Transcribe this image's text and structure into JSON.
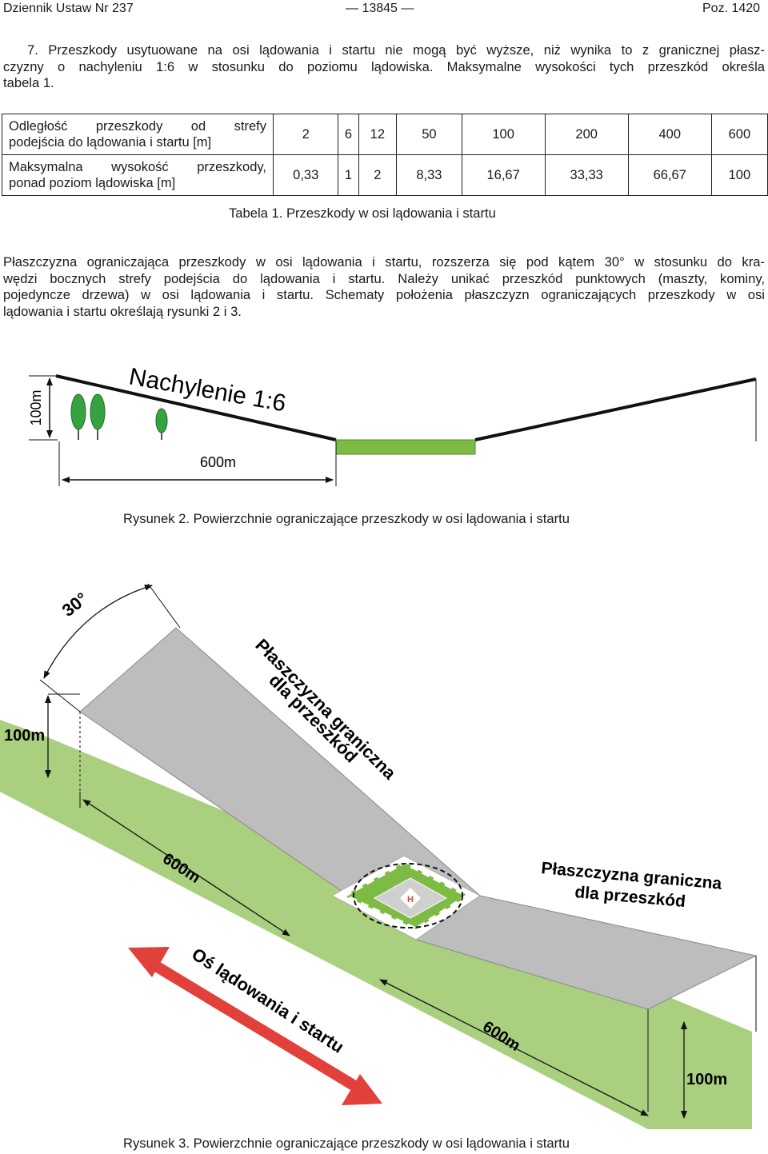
{
  "header": {
    "left": "Dziennik Ustaw Nr 237",
    "center": "— 13845 —",
    "right": "Poz. 1420"
  },
  "paragraph1": {
    "lines": [
      "7. Przeszkody usytuowane na osi lądowania i startu nie mogą być wyższe, niż wynika to z granicznej płasz-",
      "czyzny o nachyleniu 1:6 w stosunku do poziomu lądowiska. Maksymalne wysokości tych przeszkód określa",
      "tabela 1."
    ]
  },
  "table1": {
    "row1_label": [
      "Odległość przeszkody od strefy",
      "podejścia do lądowania i startu [m]"
    ],
    "row1_values": [
      "2",
      "6",
      "12",
      "50",
      "100",
      "200",
      "400",
      "600"
    ],
    "row2_label": [
      "Maksymalna wysokość przeszkody,",
      "ponad poziom lądowiska [m]"
    ],
    "row2_values": [
      "0,33",
      "1",
      "2",
      "8,33",
      "16,67",
      "33,33",
      "66,67",
      "100"
    ],
    "caption": "Tabela 1. Przeszkody w osi lądowania i startu"
  },
  "paragraph2": {
    "lines": [
      "Płaszczyzna ograniczająca przeszkody w osi lądowania i startu, rozszerza się pod kątem 30° w stosunku do kra-",
      "wędzi bocznych strefy podejścia do lądowania i startu. Należy unikać przeszkód punktowych (maszty, kominy,",
      "pojedyncze drzewa) w osi lądowania i startu. Schematy położenia płaszczyzn ograniczających przeszkody w osi",
      "lądowania i startu określają rysunki 2 i 3."
    ]
  },
  "figure2": {
    "slope_label": "Nachylenie 1:6",
    "height_label": "100m",
    "distance_label": "600m",
    "caption": "Rysunek 2. Powierzchnie ograniczające przeszkody w osi lądowania i startu"
  },
  "figure3": {
    "angle_label": "30°",
    "height_label_left": "100m",
    "plane_label_left": [
      "Płaszczyzna graniczna",
      "dla przeszkód"
    ],
    "distance_label_left": "600m",
    "plane_label_right": [
      "Płaszczyzna graniczna",
      "dla przeszkód"
    ],
    "axis_label": "Oś lądowania i startu",
    "distance_label_right": "600m",
    "height_label_right": "100m",
    "caption": "Rysunek 3. Powierzchnie ograniczające przeszkody w osi lądowania i startu"
  },
  "colors": {
    "green_light": "#a9cf7f",
    "green": "#7dbb45",
    "grey": "#bdbdbd",
    "arrow_red": "#e2403a"
  }
}
